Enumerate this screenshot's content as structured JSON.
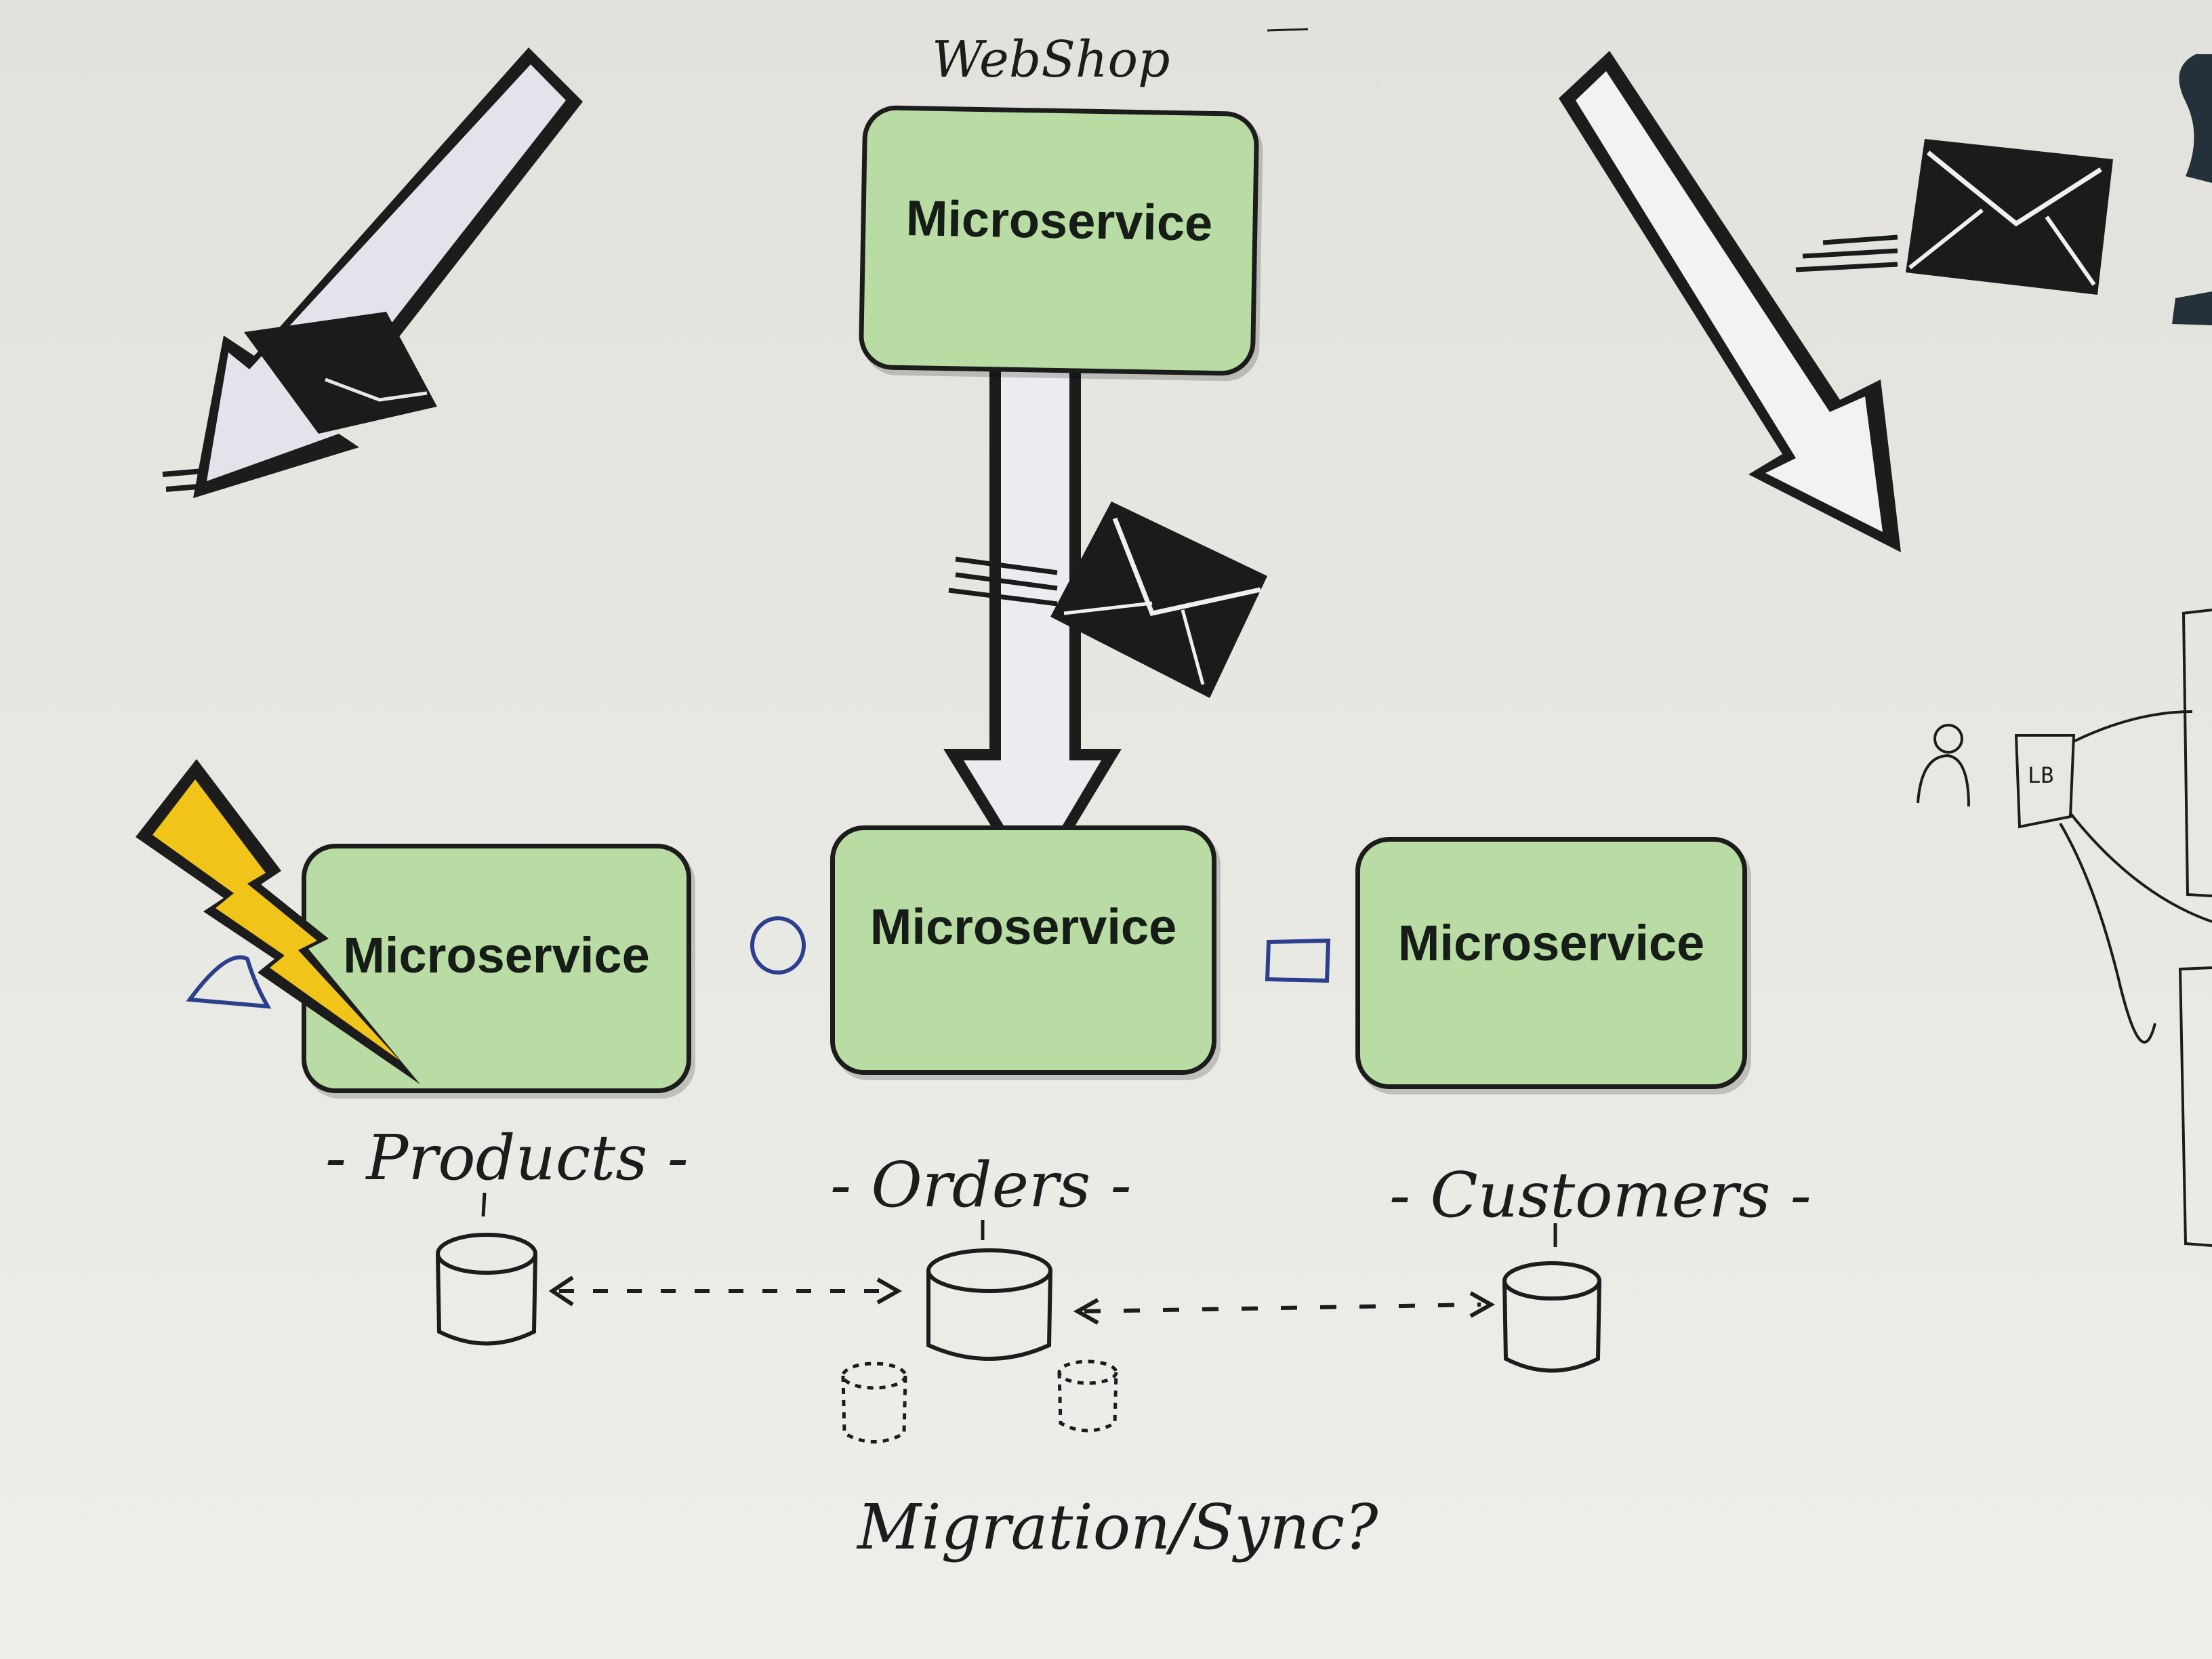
{
  "webshop": {
    "label": "WebShop",
    "service_label": "Microservice"
  },
  "services": [
    {
      "id": "products",
      "label": "Microservice"
    },
    {
      "id": "orders",
      "label": "Microservice"
    },
    {
      "id": "customers",
      "label": "Microservice"
    }
  ],
  "databases": [
    {
      "id": "products",
      "label": "- Products -"
    },
    {
      "id": "orders",
      "label": "- Orders -"
    },
    {
      "id": "customers",
      "label": "- Customers -"
    }
  ],
  "caption": "Migration/Sync?",
  "load_balancer": {
    "label": "LB"
  },
  "icons": [
    "arrow-icon",
    "envelope-icon",
    "lightning-icon",
    "database-icon",
    "circle-shape",
    "triangle-shape",
    "square-shape",
    "person-icon"
  ],
  "colors": {
    "card_fill": "#b8dca3",
    "card_border": "#1c1c1c",
    "lightning": "#f0c419",
    "ink": "#1c1c1c",
    "blue_ink": "#2c3f8f",
    "envelope": "#1b1b1b"
  }
}
